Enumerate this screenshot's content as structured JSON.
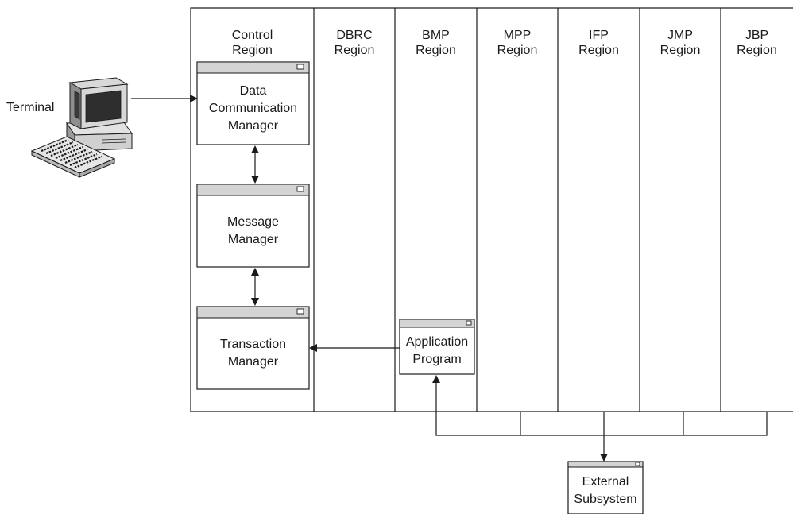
{
  "terminal": {
    "label": "Terminal"
  },
  "regions": [
    {
      "line1": "Control",
      "line2": "Region"
    },
    {
      "line1": "DBRC",
      "line2": "Region"
    },
    {
      "line1": "BMP",
      "line2": "Region"
    },
    {
      "line1": "MPP",
      "line2": "Region"
    },
    {
      "line1": "IFP",
      "line2": "Region"
    },
    {
      "line1": "JMP",
      "line2": "Region"
    },
    {
      "line1": "JBP",
      "line2": "Region"
    }
  ],
  "components": {
    "dcm": {
      "line1": "Data",
      "line2": "Communication",
      "line3": "Manager"
    },
    "mm": {
      "line1": "Message",
      "line2": "Manager"
    },
    "tm": {
      "line1": "Transaction",
      "line2": "Manager"
    },
    "app": {
      "line1": "Application",
      "line2": "Program"
    },
    "ext": {
      "line1": "External",
      "line2": "Subsystem"
    }
  }
}
